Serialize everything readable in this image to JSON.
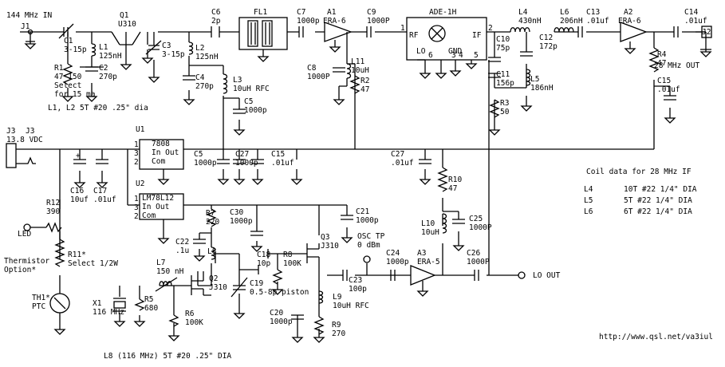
{
  "header": {
    "input_label": "144 MHz IN",
    "output_label": "28 MHz OUT",
    "q1": [
      "Q1",
      "U310"
    ],
    "fl1": "FL1",
    "a1": [
      "A1",
      "ERA-6"
    ],
    "a2": [
      "A2",
      "ERA-6"
    ],
    "mixer": [
      "ADE-1H",
      "RF",
      "IF",
      "LO",
      "GND",
      "1",
      "2",
      "6",
      "4",
      "5",
      "3"
    ],
    "jacks": [
      "J1",
      "J2",
      "J3"
    ]
  },
  "labels": [
    {
      "id": "c1",
      "lines": [
        "C1",
        "3-15p"
      ]
    },
    {
      "id": "l1",
      "lines": [
        "L1",
        "125nH"
      ]
    },
    {
      "id": "c2",
      "lines": [
        "C2",
        "270p"
      ]
    },
    {
      "id": "r1",
      "lines": [
        "R1",
        "47-150",
        "Select",
        "for 15 ma"
      ]
    },
    {
      "id": "c3",
      "lines": [
        "C3",
        "3-15p"
      ]
    },
    {
      "id": "l2",
      "lines": [
        "L2",
        "125nH"
      ]
    },
    {
      "id": "c4",
      "lines": [
        "C4",
        "270p"
      ]
    },
    {
      "id": "c6",
      "lines": [
        "C6",
        "2p"
      ]
    },
    {
      "id": "l3",
      "lines": [
        "L3",
        "10uH RFC"
      ]
    },
    {
      "id": "c5a",
      "lines": [
        "C5",
        "1000p"
      ]
    },
    {
      "id": "c7",
      "lines": [
        "C7",
        "1000p"
      ]
    },
    {
      "id": "c9",
      "lines": [
        "C9",
        "1000P"
      ]
    },
    {
      "id": "c8",
      "lines": [
        "C8",
        "1000P"
      ]
    },
    {
      "id": "l11",
      "lines": [
        "L11",
        "10uH"
      ]
    },
    {
      "id": "r2",
      "lines": [
        "R2",
        "47"
      ]
    },
    {
      "id": "l4",
      "lines": [
        "L4",
        "430nH"
      ]
    },
    {
      "id": "l6",
      "lines": [
        "L6",
        "206nH"
      ]
    },
    {
      "id": "c13",
      "lines": [
        "C13",
        ".01uf"
      ]
    },
    {
      "id": "c14",
      "lines": [
        "C14",
        ".01uf"
      ]
    },
    {
      "id": "c10",
      "lines": [
        "C10",
        "75p"
      ]
    },
    {
      "id": "c12",
      "lines": [
        "C12",
        "172p"
      ]
    },
    {
      "id": "c11",
      "lines": [
        "C11",
        "156p"
      ]
    },
    {
      "id": "l5",
      "lines": [
        "L5",
        "186nH"
      ]
    },
    {
      "id": "r3",
      "lines": [
        "R3",
        "50"
      ]
    },
    {
      "id": "r4",
      "lines": [
        "R4",
        "47"
      ]
    },
    {
      "id": "c15a",
      "lines": [
        "C15",
        ".01uf"
      ]
    },
    {
      "id": "l1l2",
      "lines": [
        "L1, L2    5T #20 .25\" dia"
      ]
    },
    {
      "id": "j3",
      "lines": [
        "J3",
        "13.8 VDC"
      ]
    },
    {
      "id": "u1",
      "lines": [
        "U1"
      ]
    },
    {
      "id": "u1body",
      "lines": [
        "7808",
        "In   Out",
        "Com"
      ]
    },
    {
      "id": "u1pins",
      "lines": [
        "1",
        "3",
        "2"
      ]
    },
    {
      "id": "c5b",
      "lines": [
        "C5",
        "1000p"
      ]
    },
    {
      "id": "c27a",
      "lines": [
        "C27",
        "1000p"
      ]
    },
    {
      "id": "c15b",
      "lines": [
        "C15",
        ".01uf"
      ]
    },
    {
      "id": "c27b",
      "lines": [
        "C27",
        ".01uf"
      ]
    },
    {
      "id": "c16",
      "lines": [
        "C16",
        "10uf"
      ]
    },
    {
      "id": "c17",
      "lines": [
        "C17",
        ".01uf"
      ]
    },
    {
      "id": "u2",
      "lines": [
        "U2"
      ]
    },
    {
      "id": "u2body",
      "lines": [
        "LM78L12",
        "In   Out",
        "Com"
      ]
    },
    {
      "id": "u2pins",
      "lines": [
        "1",
        "3",
        "2"
      ]
    },
    {
      "id": "r12",
      "lines": [
        "R12",
        "390"
      ]
    },
    {
      "id": "led",
      "lines": [
        "LED"
      ]
    },
    {
      "id": "therm",
      "lines": [
        "Thermistor",
        "Option*"
      ]
    },
    {
      "id": "r11",
      "lines": [
        "R11*",
        "Select 1/2W"
      ]
    },
    {
      "id": "th1",
      "lines": [
        "TH1*",
        "PTC"
      ]
    },
    {
      "id": "r7",
      "lines": [
        "R7",
        "220"
      ]
    },
    {
      "id": "c30",
      "lines": [
        "C30",
        "1000p"
      ]
    },
    {
      "id": "c21",
      "lines": [
        "C21",
        "1000p"
      ]
    },
    {
      "id": "c22",
      "lines": [
        "C22",
        ".1u"
      ]
    },
    {
      "id": "l8",
      "lines": [
        "L8"
      ]
    },
    {
      "id": "c18",
      "lines": [
        "C18",
        "10p"
      ]
    },
    {
      "id": "r8",
      "lines": [
        "R8",
        "100K"
      ]
    },
    {
      "id": "q3",
      "lines": [
        "Q3",
        "J310"
      ]
    },
    {
      "id": "osc",
      "lines": [
        "OSC TP",
        "0 dBm"
      ]
    },
    {
      "id": "c24",
      "lines": [
        "C24",
        "1000p"
      ]
    },
    {
      "id": "a3",
      "lines": [
        "A3",
        "ERA-5"
      ]
    },
    {
      "id": "c26",
      "lines": [
        "C26",
        "1000P"
      ]
    },
    {
      "id": "lo",
      "lines": [
        "LO OUT"
      ]
    },
    {
      "id": "r10",
      "lines": [
        "R10",
        "47"
      ]
    },
    {
      "id": "l10",
      "lines": [
        "L10",
        "10uH"
      ]
    },
    {
      "id": "c25",
      "lines": [
        "C25",
        "1000P"
      ]
    },
    {
      "id": "l7",
      "lines": [
        "L7",
        "150 nH"
      ]
    },
    {
      "id": "q2",
      "lines": [
        "Q2",
        "J310"
      ]
    },
    {
      "id": "c19",
      "lines": [
        "C19",
        "0.5-8p piston"
      ]
    },
    {
      "id": "c23",
      "lines": [
        "C23",
        "100p"
      ]
    },
    {
      "id": "l9",
      "lines": [
        "L9",
        "10uH RFC"
      ]
    },
    {
      "id": "x1",
      "lines": [
        "X1",
        "116 MHz"
      ]
    },
    {
      "id": "r5",
      "lines": [
        "R5",
        "680"
      ]
    },
    {
      "id": "r6",
      "lines": [
        "R6",
        "100K"
      ]
    },
    {
      "id": "c20",
      "lines": [
        "C20",
        "1000p"
      ]
    },
    {
      "id": "r9",
      "lines": [
        "R9",
        "270"
      ]
    },
    {
      "id": "l8note",
      "lines": [
        "L8  (116 MHz)   5T #20 .25\" DIA"
      ]
    },
    {
      "id": "coiltitle",
      "lines": [
        "Coil data for 28 MHz IF"
      ]
    },
    {
      "id": "coil4",
      "lines": [
        "L4",
        "10T #22 1/4\" DIA"
      ]
    },
    {
      "id": "coil5",
      "lines": [
        "L5",
        "5T #22 1/4\" DIA"
      ]
    },
    {
      "id": "coil6",
      "lines": [
        "L6",
        "6T #22 1/4\" DIA"
      ]
    },
    {
      "id": "url",
      "lines": [
        "http://www.qsl.net/va3iul"
      ]
    }
  ]
}
